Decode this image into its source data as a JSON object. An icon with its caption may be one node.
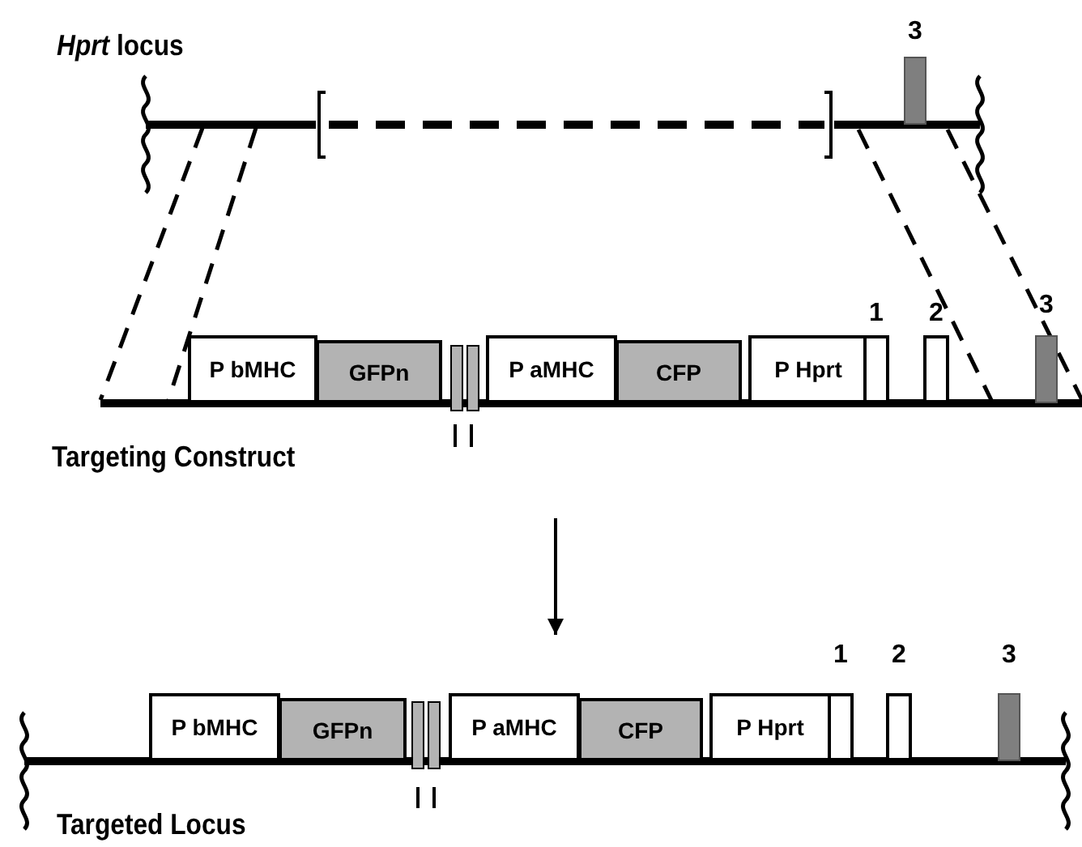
{
  "diagram": {
    "nodes": [
      {
        "text": [
          "*Hprt* locus"
        ]
      },
      {
        "text": [
          "3"
        ],
        "in": 0
      },
      {
        "text": [
          "Targeting Construct"
        ]
      },
      {
        "text": [
          "P bMHC"
        ],
        "in": 2
      },
      {
        "text": [
          "GFPn"
        ],
        "in": 2
      },
      {
        "text": [],
        "shape": "box",
        "in": 2
      },
      {
        "text": [],
        "shape": "box",
        "in": 2
      },
      {
        "text": [
          "P aMHC"
        ],
        "in": 2
      },
      {
        "text": [
          "CFP"
        ],
        "in": 2
      },
      {
        "text": [
          "P Hprt"
        ],
        "in": 2
      },
      {
        "text": [
          "1"
        ],
        "in": 2
      },
      {
        "text": [
          "2"
        ],
        "in": 2
      },
      {
        "text": [
          "3"
        ],
        "in": 2
      },
      {
        "text": [
          "Targeted Locus"
        ]
      },
      {
        "text": [
          "P bMHC"
        ],
        "in": 13
      },
      {
        "text": [
          "GFPn"
        ],
        "in": 13
      },
      {
        "text": [],
        "shape": "box",
        "in": 13
      },
      {
        "text": [],
        "shape": "box",
        "in": 13
      },
      {
        "text": [
          "P aMHC"
        ],
        "in": 13
      },
      {
        "text": [
          "CFP"
        ],
        "in": 13
      },
      {
        "text": [
          "P Hprt"
        ],
        "in": 13
      },
      {
        "text": [
          "1"
        ],
        "in": 13
      },
      {
        "text": [
          "2"
        ],
        "in": 13
      },
      {
        "text": [
          "3"
        ],
        "in": 13
      }
    ],
    "edges": [
      {
        "from": 2,
        "to": 13,
        "arrow": "to"
      }
    ]
  }
}
